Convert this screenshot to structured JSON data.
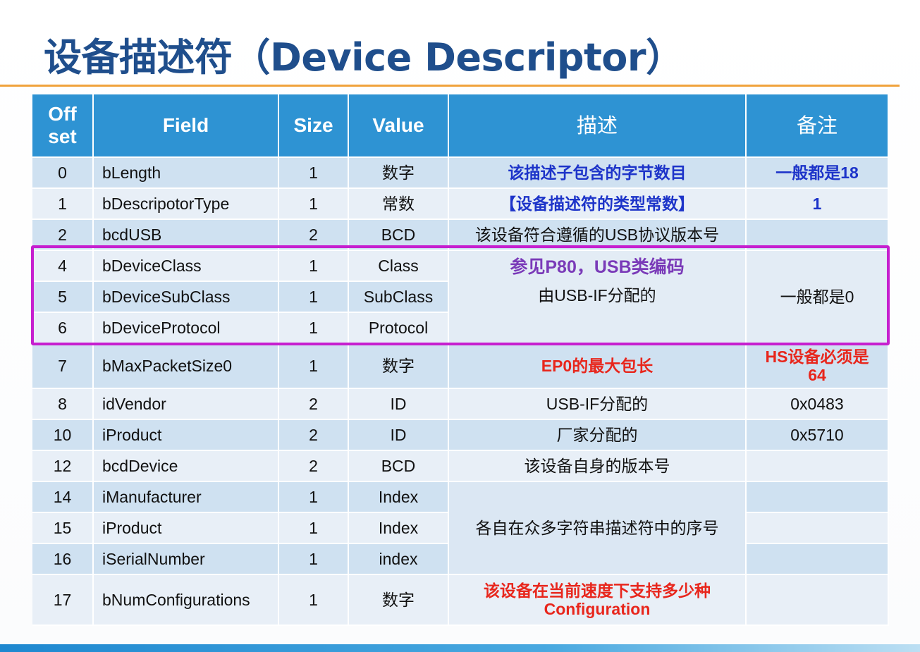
{
  "title": "设备描述符（Device Descriptor）",
  "headers": {
    "offset": "Off set",
    "field": "Field",
    "size": "Size",
    "value": "Value",
    "desc": "描述",
    "note": "备注"
  },
  "rows": [
    {
      "offset": "0",
      "field": "bLength",
      "size": "1",
      "value": "数字",
      "desc": "该描述子包含的字节数目",
      "note": "一般都是18"
    },
    {
      "offset": "1",
      "field": "bDescripotorType",
      "size": "1",
      "value": "常数",
      "desc": "【设备描述符的类型常数】",
      "note": "1"
    },
    {
      "offset": "2",
      "field": "bcdUSB",
      "size": "2",
      "value": "BCD",
      "desc": "该设备符合遵循的USB协议版本号",
      "note": ""
    },
    {
      "offset": "4",
      "field": "bDeviceClass",
      "size": "1",
      "value": "Class"
    },
    {
      "offset": "5",
      "field": "bDeviceSubClass",
      "size": "1",
      "value": "SubClass"
    },
    {
      "offset": "6",
      "field": "bDeviceProtocol",
      "size": "1",
      "value": "Protocol"
    },
    {
      "offset": "7",
      "field": "bMaxPacketSize0",
      "size": "1",
      "value": "数字",
      "desc": "EP0的最大包长",
      "note": "HS设备必须是 64"
    },
    {
      "offset": "8",
      "field": "idVendor",
      "size": "2",
      "value": "ID",
      "desc": "USB-IF分配的",
      "note": "0x0483"
    },
    {
      "offset": "10",
      "field": "iProduct",
      "size": "2",
      "value": "ID",
      "desc": "厂家分配的",
      "note": "0x5710"
    },
    {
      "offset": "12",
      "field": "bcdDevice",
      "size": "2",
      "value": "BCD",
      "desc": "该设备自身的版本号",
      "note": ""
    },
    {
      "offset": "14",
      "field": "iManufacturer",
      "size": "1",
      "value": "Index"
    },
    {
      "offset": "15",
      "field": "iProduct",
      "size": "1",
      "value": "Index"
    },
    {
      "offset": "16",
      "field": "iSerialNumber",
      "size": "1",
      "value": "index"
    },
    {
      "offset": "17",
      "field": "bNumConfigurations",
      "size": "1",
      "value": "数字",
      "desc_line1": "该设备在当前速度下支持多少种",
      "desc_line2": "Configuration",
      "note": ""
    }
  ],
  "class_group": {
    "desc_line1": "参见P80，USB类编码",
    "desc_line2": "由USB-IF分配的",
    "note": "一般都是0"
  },
  "string_group": {
    "desc": "各自在众多字符串描述符中的序号"
  },
  "colors": {
    "header_bg": "#2e93d3",
    "title": "#1f4e8c",
    "highlight_border": "#c61fcf",
    "blue_text": "#1d34c9",
    "red_text": "#e8261c",
    "purple_text": "#7a3ab8"
  }
}
